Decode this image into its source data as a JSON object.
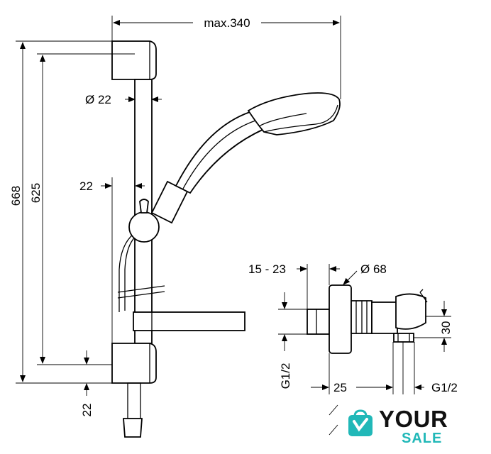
{
  "dimensions": {
    "max_width": "max.340",
    "height_total": "668",
    "height_bar": "625",
    "rail_diameter": "Ø 22",
    "rail_offset": "22",
    "bottom_offset": "22",
    "adjust_range": "15 - 23",
    "rosette_diameter": "Ø 68",
    "outlet_height": "30",
    "inlet_thread_left": "G1/2",
    "inlet_thread_right": "G1/2",
    "outlet_offset": "25"
  },
  "logo": {
    "word_top": "YOUR",
    "word_bottom": "SALE",
    "brand_color": "#21b8b8"
  }
}
